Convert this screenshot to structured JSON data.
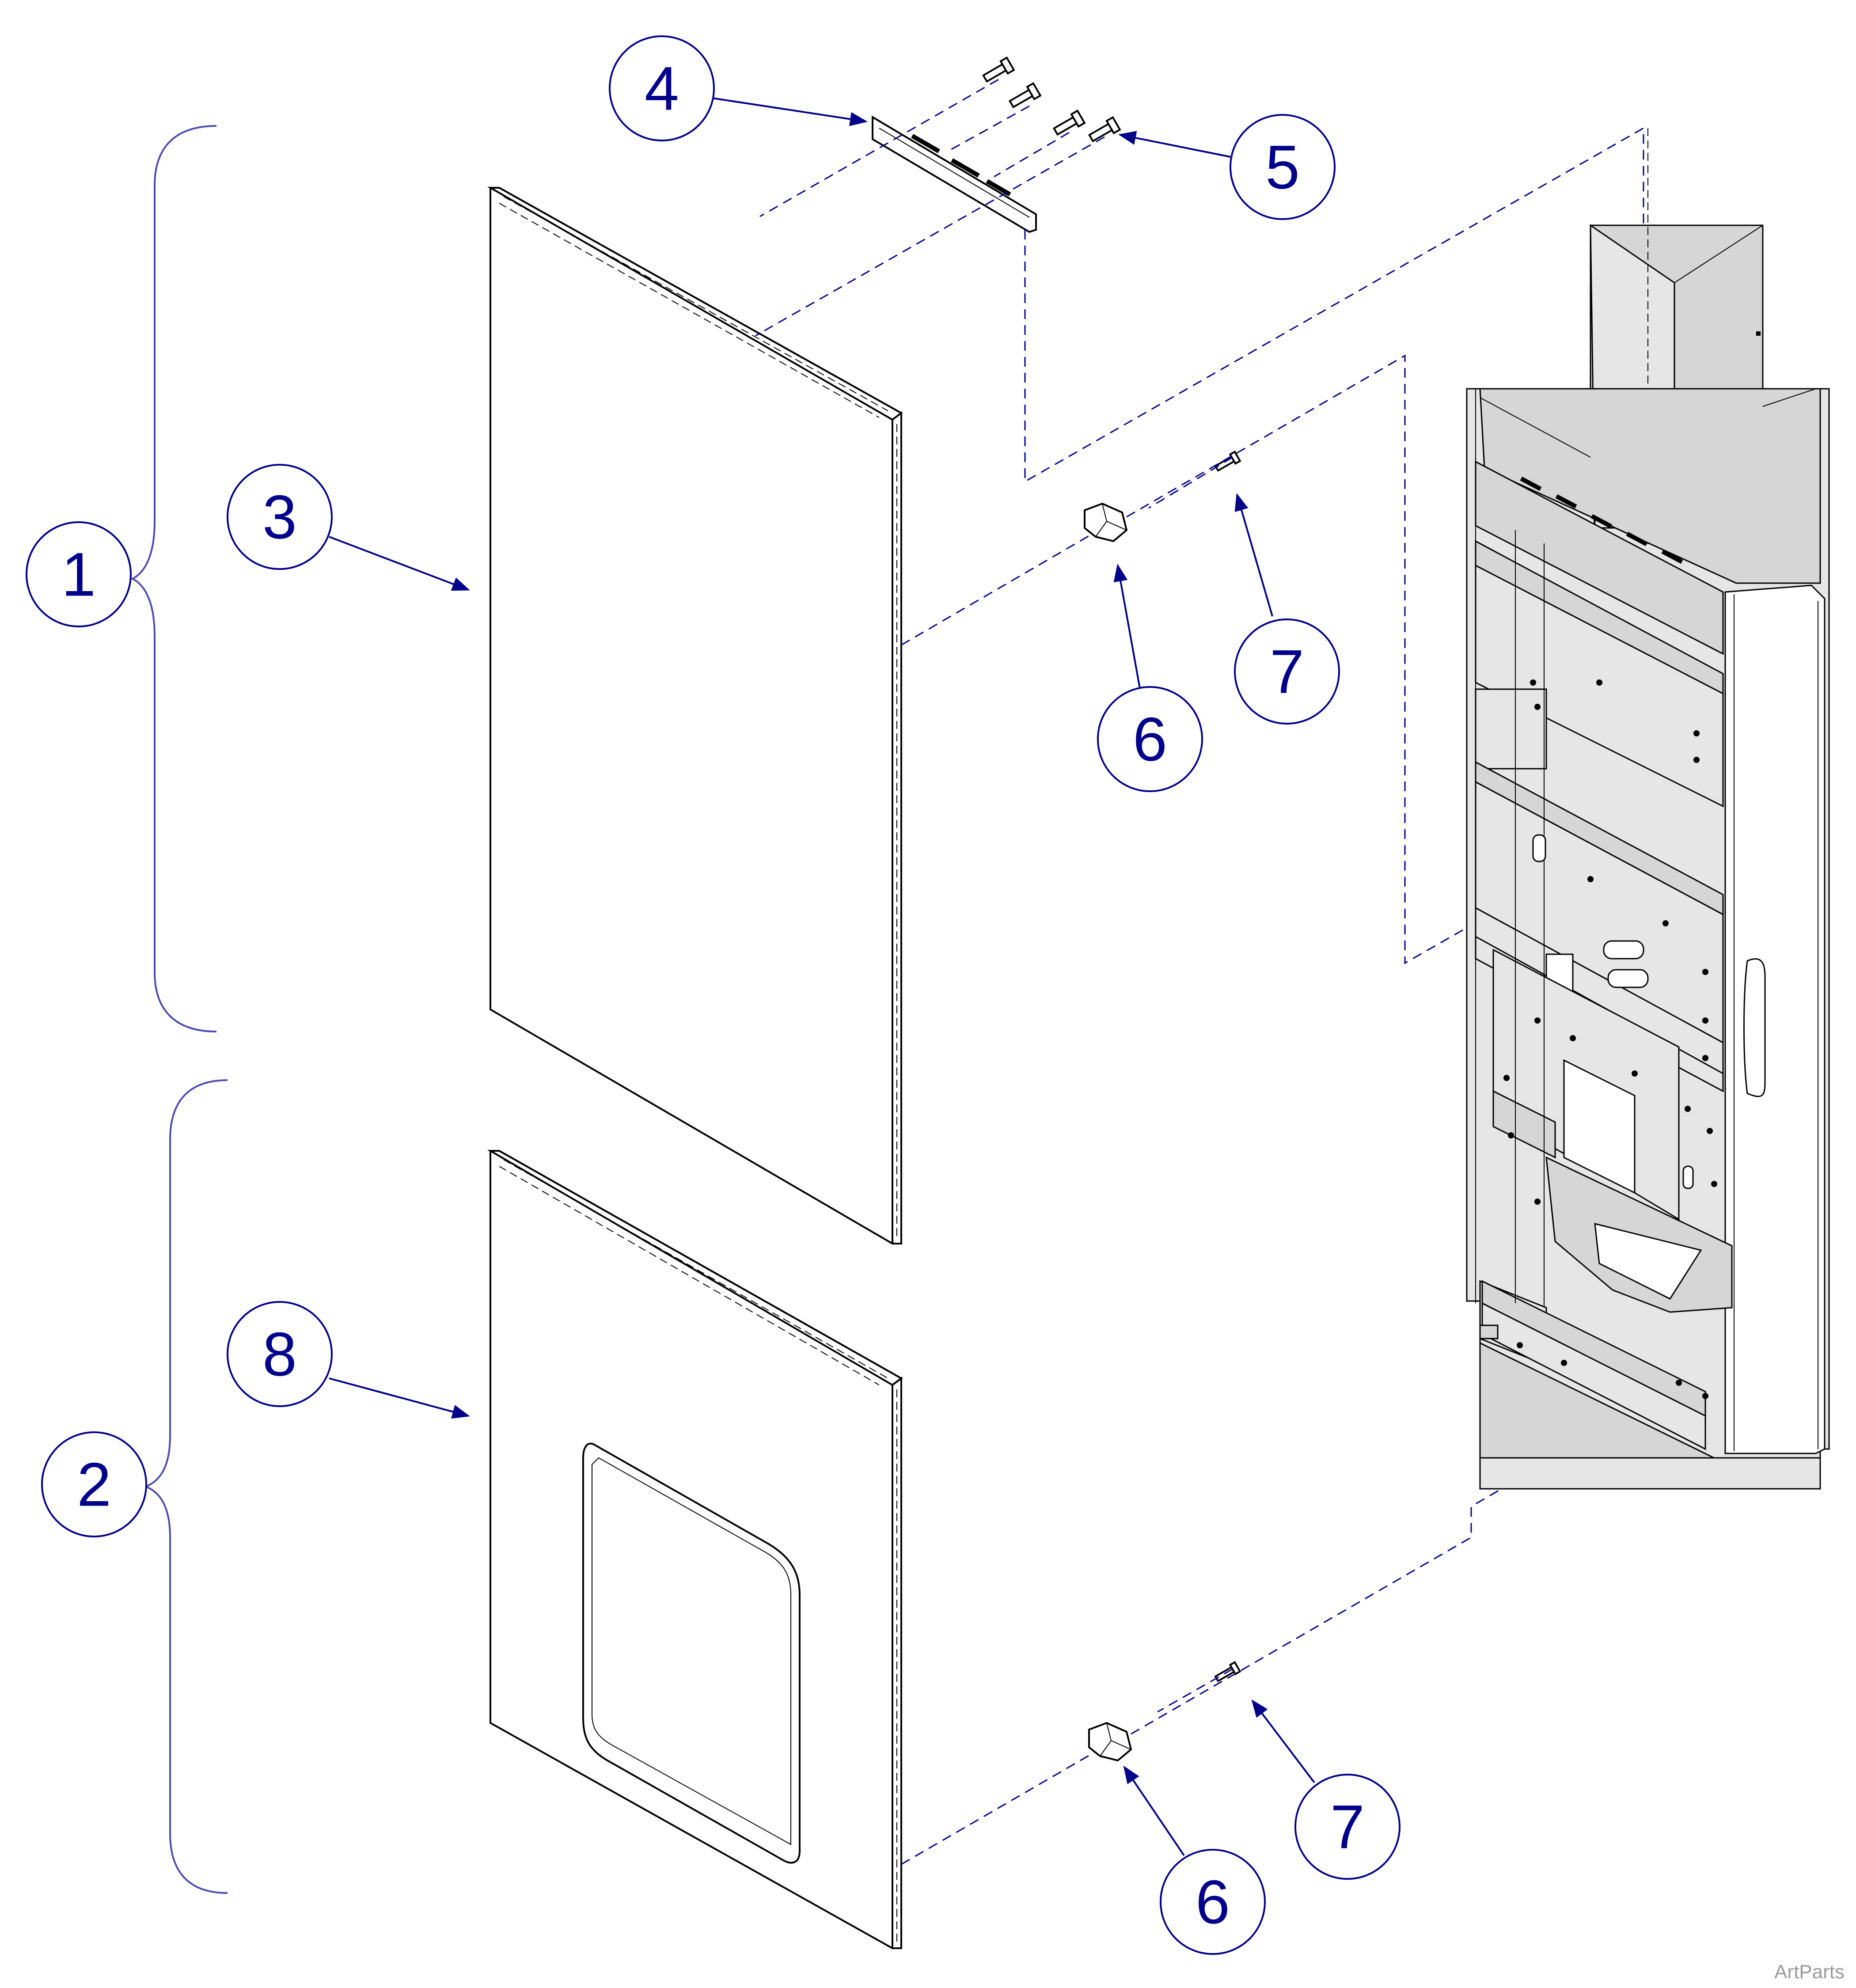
{
  "callouts": [
    {
      "label": "1"
    },
    {
      "label": "2"
    },
    {
      "label": "3"
    },
    {
      "label": "4"
    },
    {
      "label": "5"
    },
    {
      "label": "6"
    },
    {
      "label": "7"
    },
    {
      "label": "6"
    },
    {
      "label": "7"
    },
    {
      "label": "8"
    }
  ],
  "watermark": "ArtParts",
  "colors": {
    "callout": "#00008b",
    "bracket": "#4a4ab0",
    "frame_fill": "#d6d6d6"
  }
}
